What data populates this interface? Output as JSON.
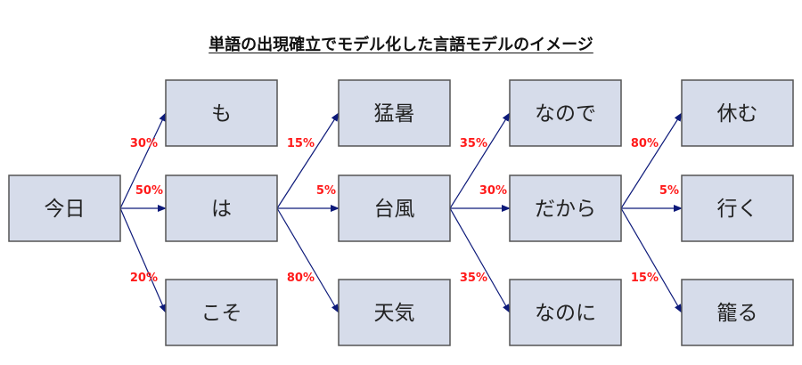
{
  "title": "単語の出現確立でモデル化した言語モデルのイメージ",
  "colors": {
    "box_fill": "#d6dcea",
    "arrow": "#0d1a7a",
    "probability": "#ff1a1a"
  },
  "columns": [
    {
      "nodes": [
        null,
        "今日",
        null
      ]
    },
    {
      "nodes": [
        "も",
        "は",
        "こそ"
      ],
      "probabilities": [
        "30%",
        "50%",
        "20%"
      ]
    },
    {
      "nodes": [
        "猛暑",
        "台風",
        "天気"
      ],
      "probabilities": [
        "15%",
        "5%",
        "80%"
      ]
    },
    {
      "nodes": [
        "なので",
        "だから",
        "なのに"
      ],
      "probabilities": [
        "35%",
        "30%",
        "35%"
      ]
    },
    {
      "nodes": [
        "休む",
        "行く",
        "籠る"
      ],
      "probabilities": [
        "80%",
        "5%",
        "15%"
      ]
    }
  ]
}
